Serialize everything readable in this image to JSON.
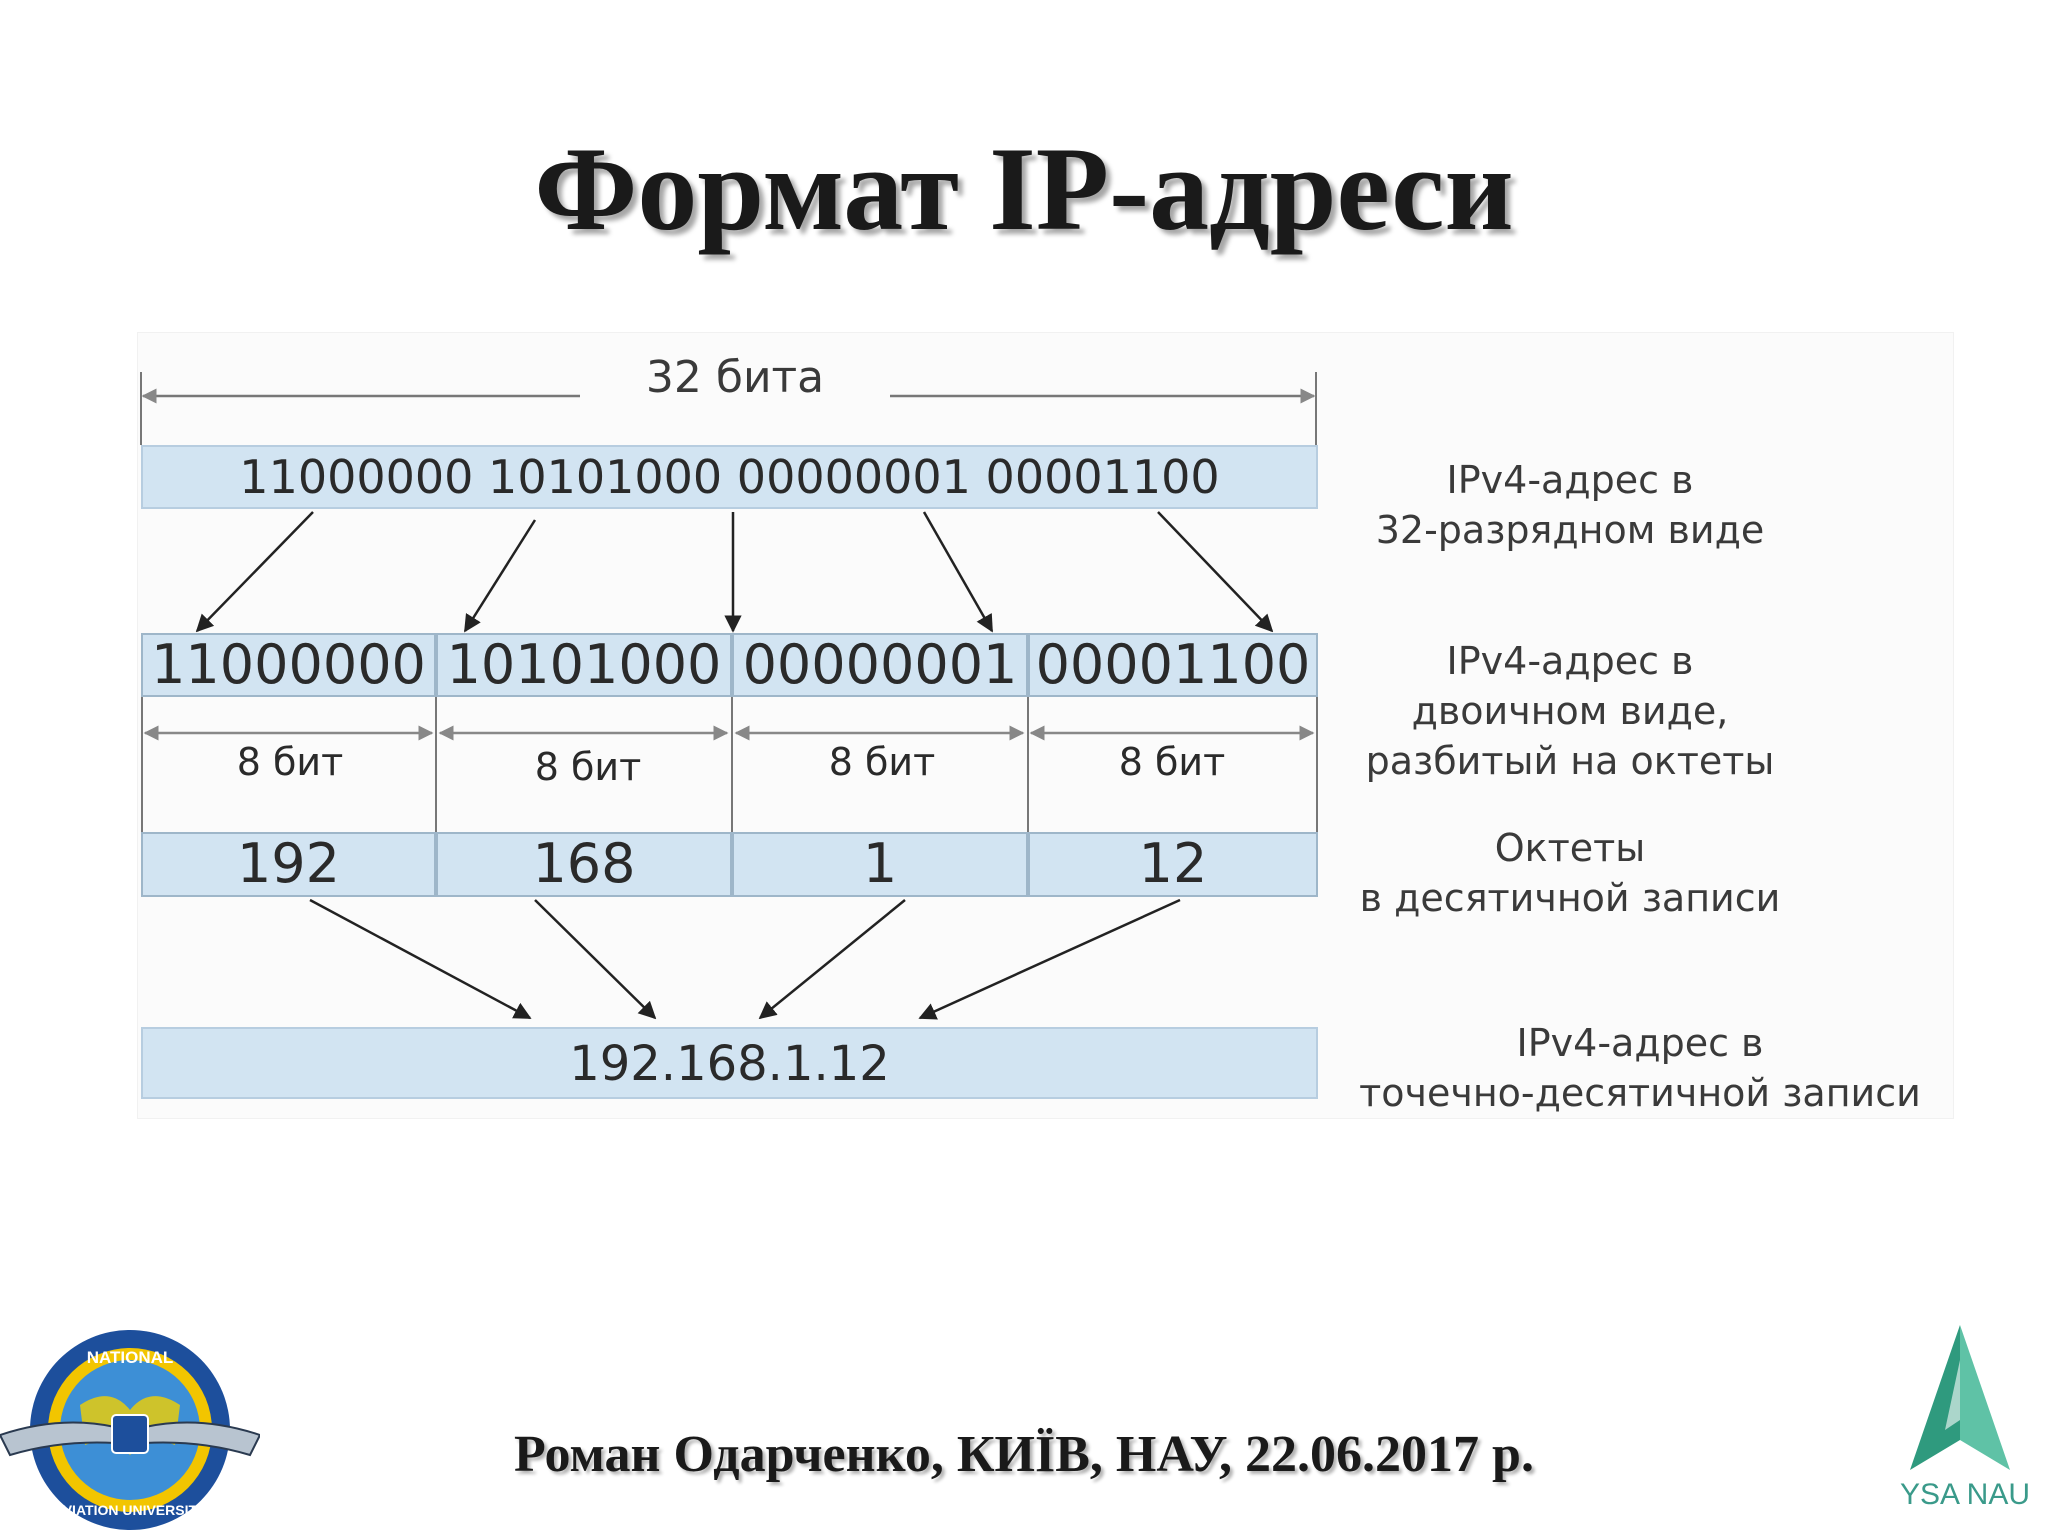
{
  "slide": {
    "title": "Формат IP-адреси",
    "footer": "Роман Одарченко, КИЇВ, НАУ, 22.06.2017 р."
  },
  "diagram": {
    "total_bits": "32 бита",
    "binary_32": "11000000 10101000 00000001 00001100",
    "octets_binary": [
      "11000000",
      "10101000",
      "00000001",
      "00001100"
    ],
    "octet_size": [
      "8 бит",
      "8 бит",
      "8 бит",
      "8 бит"
    ],
    "octets_decimal": [
      "192",
      "168",
      "1",
      "12"
    ],
    "dotted": "192.168.1.12",
    "labels": {
      "row32": "IPv4-адрес в\n32-разрядном виде",
      "row_octets_binary": "IPv4-адрес в\nдвоичном виде,\nразбитый на октеты",
      "row_decimal": "Октеты\nв десятичной записи",
      "row_dotted": "IPv4-адрес в\nточечно-десятичной записи"
    }
  },
  "logos": {
    "left_ring_top": "NATIONAL",
    "left_ring_bottom": "AVIATION UNIVERSITY",
    "right_brand": "YSA NAU"
  },
  "colors": {
    "bar_fill": "#d2e4f2",
    "arrow": "#222222",
    "brand_green": "#3a9a8a"
  }
}
